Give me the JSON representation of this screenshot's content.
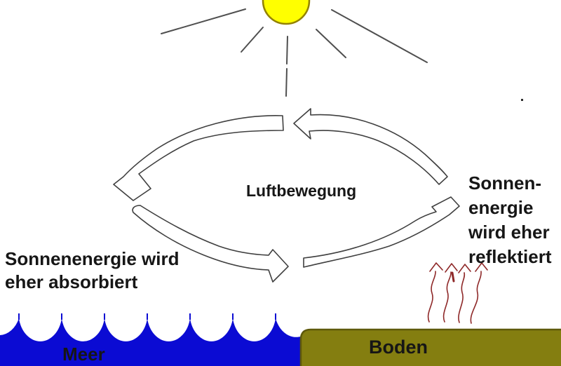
{
  "labels": {
    "air_movement": "Luftbewegung",
    "sea_caption": {
      "line1": "Sonnenenergie wird",
      "line2": "eher absorbiert"
    },
    "land_caption": {
      "line1": "Sonnen-",
      "line2": "energie",
      "line3": "wird eher",
      "line4": "reflektiert"
    },
    "sea_label": "Meer",
    "ground_label": "Boden"
  },
  "colors": {
    "sea": "#0b0bd3",
    "ground": "#847e10",
    "ground_border": "#5e590b",
    "sun": "#ffff00",
    "sun_border": "#938200",
    "ray": "#4f4f4f",
    "arrow_outline": "#3f3f3f",
    "arrow_fill": "#ffffff",
    "heat_arrows": "#8e2828",
    "text": "#161616"
  }
}
